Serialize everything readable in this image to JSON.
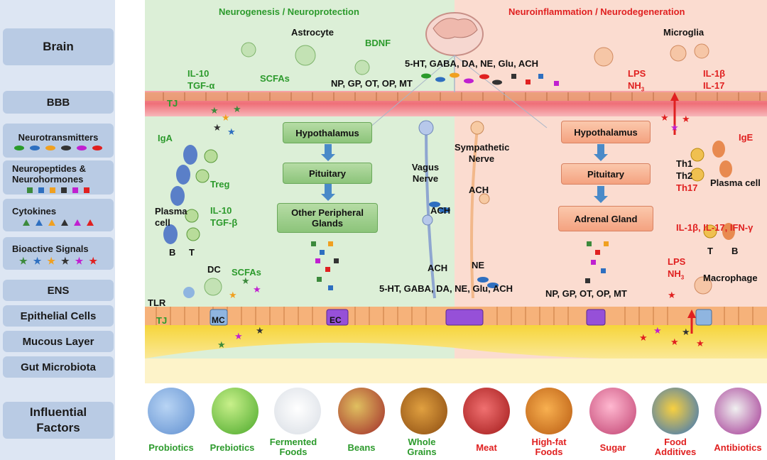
{
  "sidebar": {
    "brain": "Brain",
    "bbb": "BBB",
    "neurotransmitters": "Neurotransmitters",
    "neuropeptides": "Neuropeptides & Neurohormones",
    "cytokines": "Cytokines",
    "bioactive": "Bioactive Signals",
    "ens": "ENS",
    "epithelial": "Epithelial Cells",
    "mucous": "Mucous Layer",
    "microbiota": "Gut Microbiota",
    "factors": "Influential Factors"
  },
  "left_panel": {
    "title": "Neurogenesis / Neuroprotection",
    "astrocyte": "Astrocyte",
    "bdnf": "BDNF",
    "il10_top": "IL-10",
    "tgfa": "TGF-α",
    "scfas_top": "SCFAs",
    "tj_top": "TJ",
    "iga": "IgA",
    "treg": "Treg",
    "plasma_cell": "Plasma cell",
    "il10_mid": "IL-10",
    "tgfb": "TGF-β",
    "b": "B",
    "t": "T",
    "dc": "DC",
    "scfas_bottom": "SCFAs",
    "tlr": "TLR",
    "tj_bottom": "TJ",
    "mc": "MC",
    "ec": "EC",
    "hypothalamus": "Hypothalamus",
    "pituitary": "Pituitary",
    "other_glands": "Other Peripheral Glands",
    "vagus": "Vagus Nerve",
    "ach_vagus": "ACH",
    "ach_bottom": "ACH"
  },
  "center": {
    "nt_top": "5-HT, GABA, DA, NE, Glu, ACH",
    "np_top": "NP, GP, OT, OP, MT",
    "nt_bottom": "5-HT, GABA, DA, NE, Glu, ACH",
    "np_bottom": "NP, GP, OT, OP, MT",
    "ne": "NE"
  },
  "right_panel": {
    "title": "Neuroinflammation / Neurodegeneration",
    "microglia": "Microglia",
    "lps_top": "LPS",
    "nh3_top": "NH",
    "nh3_sub": "3",
    "il1b_top": "IL-1β",
    "il17_top": "IL-17",
    "sympathetic": "Sympathetic Nerve",
    "ach": "ACH",
    "hypothalamus": "Hypothalamus",
    "pituitary": "Pituitary",
    "adrenal": "Adrenal Gland",
    "ige": "IgE",
    "th1": "Th1",
    "th2": "Th2",
    "th17": "Th17",
    "plasma_cell": "Plasma cell",
    "cytokines": "IL-1β, IL-17, IFN-γ",
    "t": "T",
    "b": "B",
    "lps_bottom": "LPS",
    "nh3_bottom": "NH",
    "nh3_sub_bottom": "3",
    "macrophage": "Macrophage"
  },
  "factors": [
    {
      "label": "Probiotics",
      "color": "green"
    },
    {
      "label": "Prebiotics",
      "color": "green"
    },
    {
      "label": "Fermented Foods",
      "color": "green"
    },
    {
      "label": "Beans",
      "color": "green"
    },
    {
      "label": "Whole Grains",
      "color": "green"
    },
    {
      "label": "Meat",
      "color": "red"
    },
    {
      "label": "High-fat Foods",
      "color": "red"
    },
    {
      "label": "Sugar",
      "color": "red"
    },
    {
      "label": "Food Additives",
      "color": "red"
    },
    {
      "label": "Antibiotics",
      "color": "red"
    }
  ],
  "colors": {
    "good": "#2c9a2c",
    "bad": "#e02020",
    "left_bg": "#dcefd7",
    "right_bg": "#fbdcd0",
    "bbb": "#f07a82",
    "mucus": "#f5d94a",
    "gut_lumen": "#fdf3c9"
  }
}
